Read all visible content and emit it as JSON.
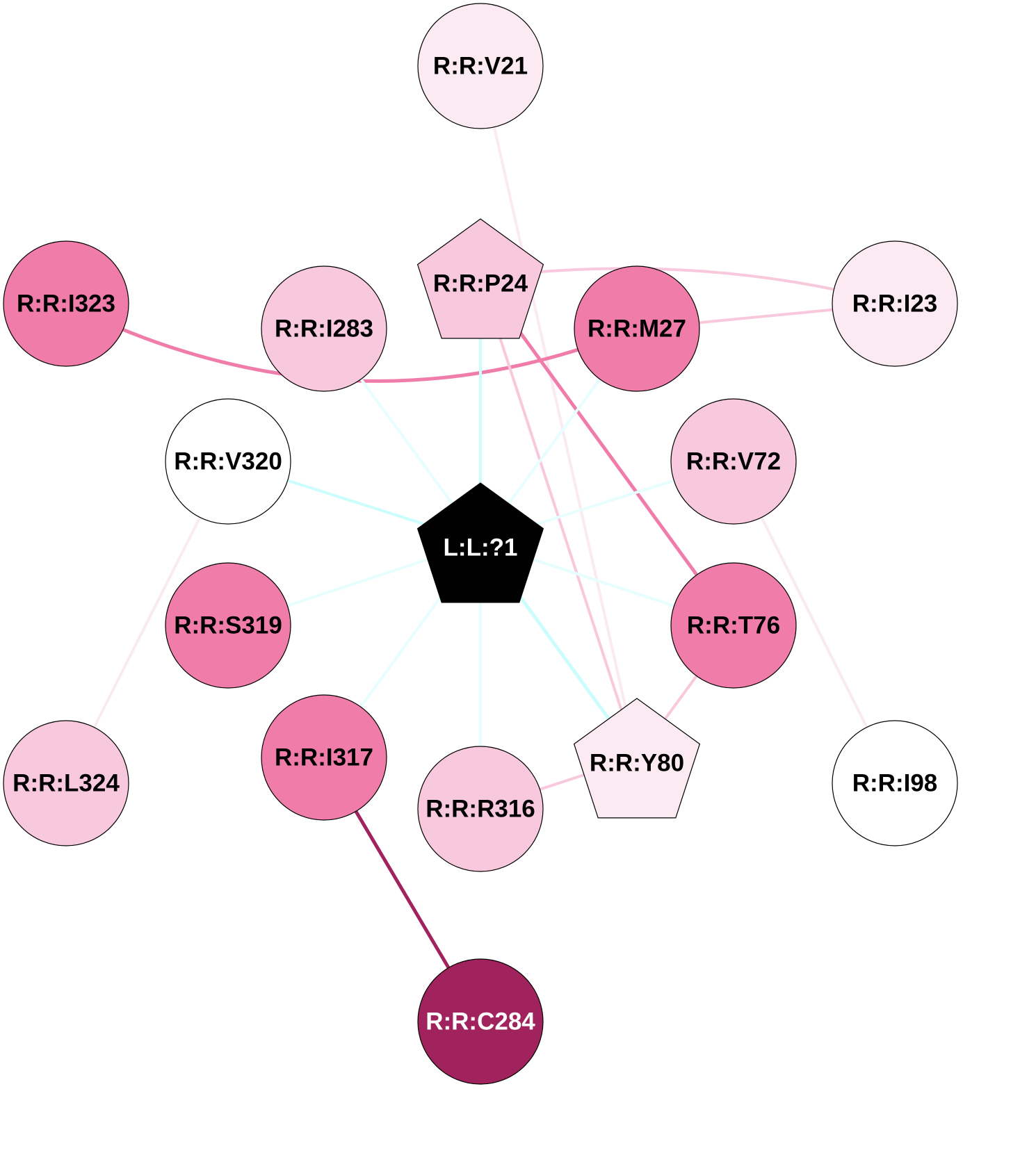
{
  "colors": {
    "very_light_pink": "#fbeaf2",
    "light_pink": "#f8c8dc",
    "pink": "#f07caa",
    "dark_magenta": "#a0235e",
    "ligand": "#000000",
    "white": "#ffffff",
    "cyan_edge": "#ccfdfd"
  },
  "nodes": [
    {
      "id": "V21",
      "label": "R:R:V21",
      "shape": "circle",
      "fill": "#fbeaf2",
      "text_color": "#000000"
    },
    {
      "id": "P24",
      "label": "R:R:P24",
      "shape": "pentagon",
      "fill": "#f8c8dc",
      "text_color": "#000000"
    },
    {
      "id": "I323",
      "label": "R:R:I323",
      "shape": "circle",
      "fill": "#f07caa",
      "text_color": "#000000"
    },
    {
      "id": "I283",
      "label": "R:R:I283",
      "shape": "circle",
      "fill": "#f8c8dc",
      "text_color": "#000000"
    },
    {
      "id": "M27",
      "label": "R:R:M27",
      "shape": "circle",
      "fill": "#f07caa",
      "text_color": "#000000"
    },
    {
      "id": "I23",
      "label": "R:R:I23",
      "shape": "circle",
      "fill": "#fbeaf2",
      "text_color": "#000000"
    },
    {
      "id": "V320",
      "label": "R:R:V320",
      "shape": "circle",
      "fill": "#ffffff",
      "text_color": "#000000"
    },
    {
      "id": "V72",
      "label": "R:R:V72",
      "shape": "circle",
      "fill": "#f8c8dc",
      "text_color": "#000000"
    },
    {
      "id": "LIG",
      "label": "L:L:?1",
      "shape": "pentagon",
      "fill": "#000000",
      "text_color": "#ffffff"
    },
    {
      "id": "S319",
      "label": "R:R:S319",
      "shape": "circle",
      "fill": "#f07caa",
      "text_color": "#000000"
    },
    {
      "id": "T76",
      "label": "R:R:T76",
      "shape": "circle",
      "fill": "#f07caa",
      "text_color": "#000000"
    },
    {
      "id": "L324",
      "label": "R:R:L324",
      "shape": "circle",
      "fill": "#f8c8dc",
      "text_color": "#000000"
    },
    {
      "id": "I317",
      "label": "R:R:I317",
      "shape": "circle",
      "fill": "#f07caa",
      "text_color": "#000000"
    },
    {
      "id": "R316",
      "label": "R:R:R316",
      "shape": "circle",
      "fill": "#f8c8dc",
      "text_color": "#000000"
    },
    {
      "id": "Y80",
      "label": "R:R:Y80",
      "shape": "pentagon",
      "fill": "#fbeaf2",
      "text_color": "#000000"
    },
    {
      "id": "I98",
      "label": "R:R:I98",
      "shape": "circle",
      "fill": "#ffffff",
      "text_color": "#000000"
    },
    {
      "id": "C284",
      "label": "R:R:C284",
      "shape": "circle",
      "fill": "#a0235e",
      "text_color": "#ffffff"
    }
  ],
  "edges": [
    {
      "from": "V21",
      "to": "Y80",
      "color": "#fbeaf2",
      "weight": 1
    },
    {
      "from": "P24",
      "to": "I23",
      "color": "#f8c8dc",
      "weight": 1
    },
    {
      "from": "M27",
      "to": "I23",
      "color": "#f8c8dc",
      "weight": 1
    },
    {
      "from": "I323",
      "to": "M27",
      "color": "#f07caa",
      "weight": 2
    },
    {
      "from": "P24",
      "to": "T76",
      "color": "#f07caa",
      "weight": 2
    },
    {
      "from": "P24",
      "to": "Y80",
      "color": "#f8c8dc",
      "weight": 1
    },
    {
      "from": "P24",
      "to": "LIG",
      "color": "#ccfdfd",
      "weight": 1
    },
    {
      "from": "I283",
      "to": "LIG",
      "color": "#e6fefe",
      "weight": 1
    },
    {
      "from": "M27",
      "to": "LIG",
      "color": "#e6fefe",
      "weight": 1
    },
    {
      "from": "V320",
      "to": "LIG",
      "color": "#ccfdfd",
      "weight": 1
    },
    {
      "from": "V72",
      "to": "LIG",
      "color": "#e6fefe",
      "weight": 1
    },
    {
      "from": "S319",
      "to": "LIG",
      "color": "#e6fefe",
      "weight": 1
    },
    {
      "from": "T76",
      "to": "LIG",
      "color": "#e6fefe",
      "weight": 1
    },
    {
      "from": "I317",
      "to": "LIG",
      "color": "#e6fefe",
      "weight": 1
    },
    {
      "from": "R316",
      "to": "LIG",
      "color": "#e6fefe",
      "weight": 1
    },
    {
      "from": "Y80",
      "to": "LIG",
      "color": "#ccfdfd",
      "weight": 2
    },
    {
      "from": "V320",
      "to": "L324",
      "color": "#fbeaf2",
      "weight": 1
    },
    {
      "from": "V72",
      "to": "I98",
      "color": "#fbeaf2",
      "weight": 1
    },
    {
      "from": "T76",
      "to": "Y80",
      "color": "#f8c8dc",
      "weight": 1
    },
    {
      "from": "R316",
      "to": "Y80",
      "color": "#f8c8dc",
      "weight": 1
    },
    {
      "from": "I317",
      "to": "C284",
      "color": "#a0235e",
      "weight": 2
    }
  ]
}
